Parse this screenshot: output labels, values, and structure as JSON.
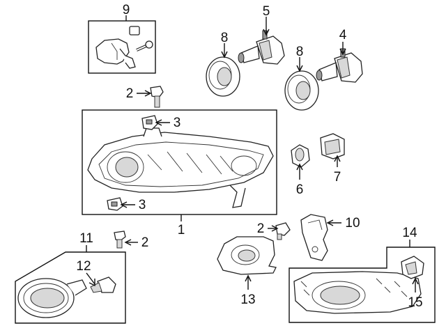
{
  "callouts": {
    "c1": "1",
    "c2a": "2",
    "c2b": "2",
    "c2c": "2",
    "c3a": "3",
    "c3b": "3",
    "c4": "4",
    "c5": "5",
    "c6": "6",
    "c7": "7",
    "c8a": "8",
    "c8b": "8",
    "c9": "9",
    "c10": "10",
    "c11": "11",
    "c12": "12",
    "c13": "13",
    "c14": "14",
    "c15": "15"
  }
}
